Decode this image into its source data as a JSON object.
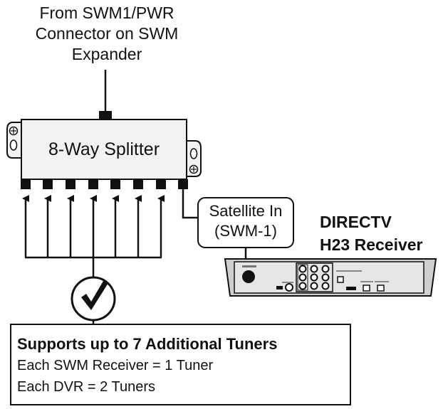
{
  "source_label": "From SWM1/PWR\nConnector on SWM\nExpander",
  "splitter": {
    "label": "8-Way Splitter"
  },
  "port_label": "Satellite In\n(SWM-1)",
  "receiver": {
    "title": "DIRECTV\nH23 Receiver"
  },
  "info_box": {
    "title": "Supports up to 7 Additional Tuners",
    "lines": [
      "Each SWM Receiver = 1 Tuner",
      "Each DVR = 2 Tuners"
    ]
  },
  "colors": {
    "line": "#111111",
    "splitter_fill": "#f2f2f2",
    "receiver_fill": "#cfcfcf",
    "receiver_panel": "#e6e6e6"
  }
}
